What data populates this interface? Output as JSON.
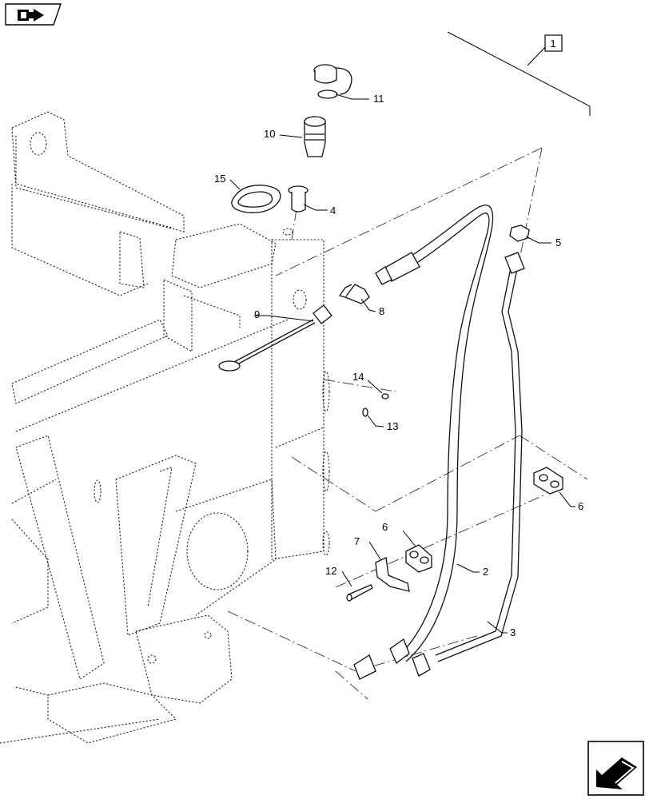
{
  "nav": {
    "top_icon": "book-arrow-icon",
    "bottom_icon": "next-page-arrow-icon"
  },
  "callouts": {
    "assembly": "1",
    "p2": "2",
    "p3": "3",
    "p4": "4",
    "p5": "5",
    "p6a": "6",
    "p6b": "6",
    "p7": "7",
    "p8": "8",
    "p9": "9",
    "p10": "10",
    "p11": "11",
    "p12": "12",
    "p13": "13",
    "p14": "14",
    "p15": "15"
  }
}
